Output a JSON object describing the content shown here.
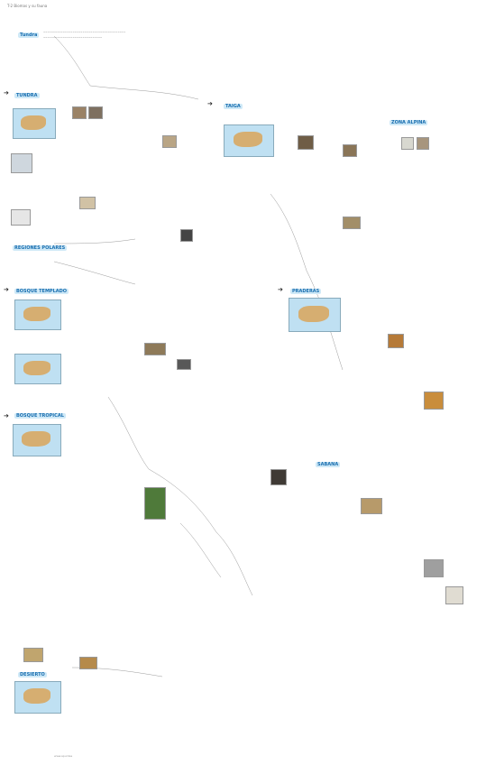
{
  "header": {
    "text": "T-2 Biomas y su fauna"
  },
  "sections": [
    {
      "id": "tundra",
      "title": "TUNDRA"
    },
    {
      "id": "taiga",
      "title": "TAIGA"
    },
    {
      "id": "bosque-templado",
      "title": "BOSQUE TEMPLADO"
    },
    {
      "id": "regiones-polares",
      "title": "REGIONES POLARES"
    },
    {
      "id": "praderas",
      "title": "PRADERAS"
    },
    {
      "id": "bosque-tropical",
      "title": "BOSQUE TROPICAL"
    },
    {
      "id": "sabana",
      "title": "SABANA"
    },
    {
      "id": "desierto",
      "title": "DESIERTO"
    },
    {
      "id": "zona-alpina",
      "title": "ZONA ALPINA"
    }
  ],
  "footer": {
    "text": "www.apuntes"
  }
}
